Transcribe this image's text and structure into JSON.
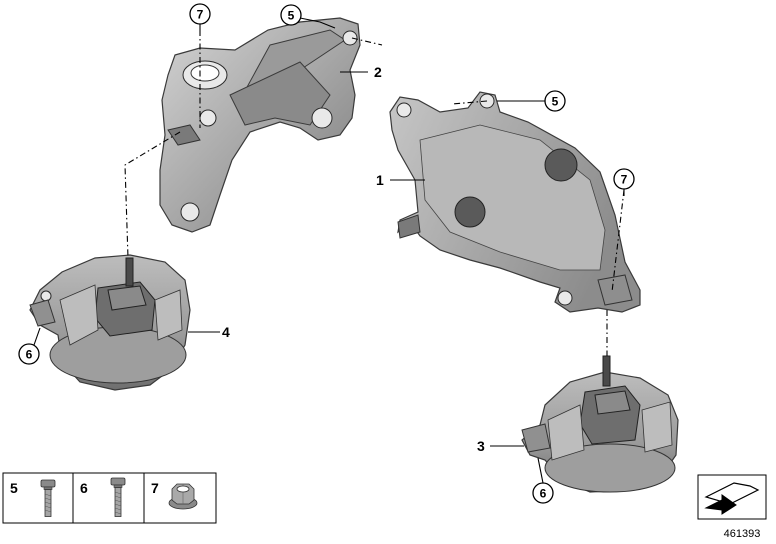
{
  "callouts": {
    "c7a": "7",
    "c5a": "5",
    "c2": "2",
    "c5b": "5",
    "c1": "1",
    "c7b": "7",
    "c4": "4",
    "c6a": "6",
    "c3": "3",
    "c6b": "6"
  },
  "legend": {
    "items": [
      {
        "number": "5"
      },
      {
        "number": "6"
      },
      {
        "number": "7"
      }
    ]
  },
  "catalog_number": "461393",
  "colors": {
    "metal": "#a9a9a9",
    "metal_dark": "#7d7d7d",
    "metal_light": "#cfcfcf"
  }
}
